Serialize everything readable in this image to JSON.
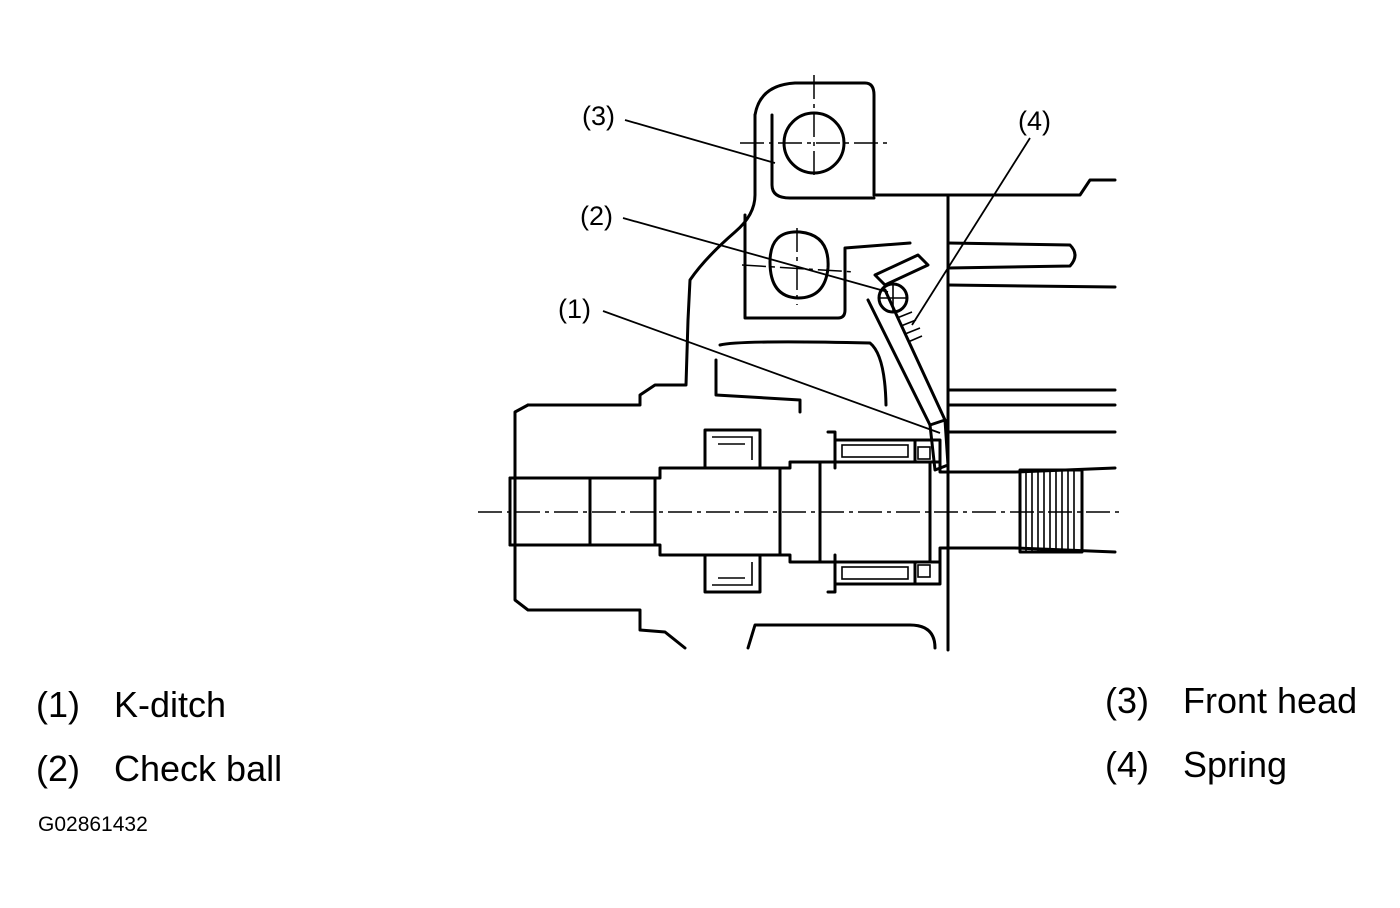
{
  "callouts": [
    {
      "number": "(1)"
    },
    {
      "number": "(2)"
    },
    {
      "number": "(3)"
    },
    {
      "number": "(4)"
    }
  ],
  "legend": [
    {
      "number": "(1)",
      "text": "K-ditch"
    },
    {
      "number": "(2)",
      "text": "Check ball"
    },
    {
      "number": "(3)",
      "text": "Front head"
    },
    {
      "number": "(4)",
      "text": "Spring"
    }
  ],
  "figure_id": "G02861432"
}
